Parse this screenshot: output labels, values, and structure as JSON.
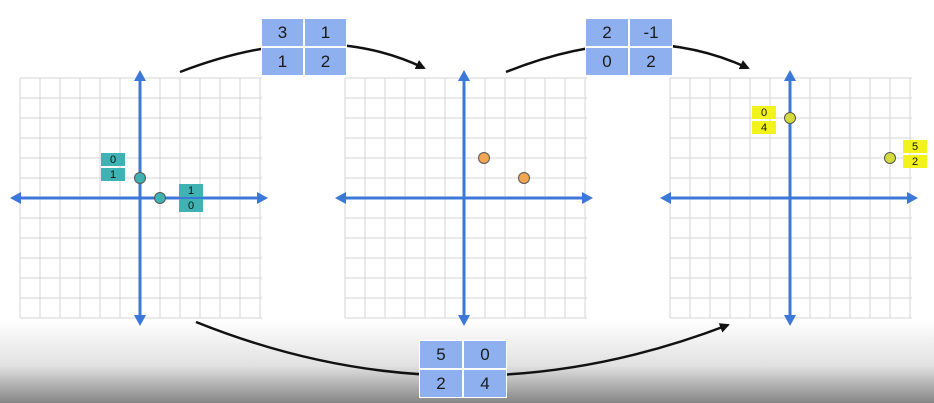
{
  "grids": [
    {
      "id": "input",
      "points": [
        {
          "x": 0,
          "y": 1,
          "label": [
            "0",
            "1"
          ],
          "color": "#3fb3b3"
        },
        {
          "x": 1,
          "y": 0,
          "label": [
            "1",
            "0"
          ],
          "color": "#3fb3b3"
        }
      ]
    },
    {
      "id": "intermediate",
      "points": [
        {
          "x": 1,
          "y": 2,
          "label": null,
          "color": "#f2a553"
        },
        {
          "x": 3,
          "y": 1,
          "label": null,
          "color": "#f2a553"
        }
      ]
    },
    {
      "id": "output",
      "points": [
        {
          "x": 0,
          "y": 4,
          "label": [
            "0",
            "4"
          ],
          "color": "#d4dc3c"
        },
        {
          "x": 5,
          "y": 2,
          "label": [
            "5",
            "2"
          ],
          "color": "#d4dc3c"
        }
      ]
    }
  ],
  "matrices": {
    "first": [
      [
        "3",
        "1"
      ],
      [
        "1",
        "2"
      ]
    ],
    "second": [
      [
        "2",
        "-1"
      ],
      [
        "0",
        "2"
      ]
    ],
    "combined": [
      [
        "5",
        "0"
      ],
      [
        "2",
        "4"
      ]
    ]
  },
  "colors": {
    "axis": "#3c78d8",
    "matrix_cell": "#8fb0ee",
    "teal": "#3fb3b3",
    "orange": "#f2a553",
    "yellow": "#f2f21c"
  }
}
